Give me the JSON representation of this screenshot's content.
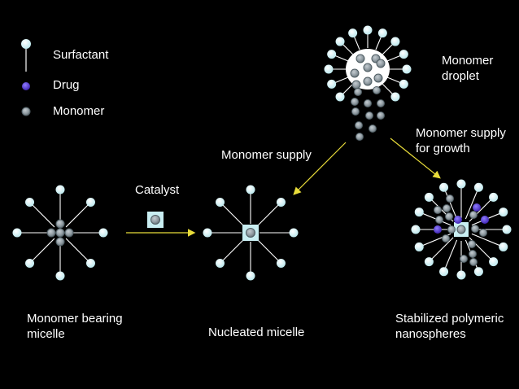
{
  "legend": {
    "surfactant": "Surfactant",
    "drug": "Drug",
    "monomer": "Monomer"
  },
  "labels": {
    "monomer_droplet": "Monomer\ndroplet",
    "monomer_supply": "Monomer supply",
    "monomer_supply_growth": "Monomer supply\nfor growth",
    "catalyst": "Catalyst",
    "monomer_bearing_micelle": "Monomer bearing\nmicelle",
    "nucleated_micelle": "Nucleated micelle",
    "stabilized_nanospheres": "Stabilized polymeric\nnanospheres"
  },
  "colors": {
    "background": "#000000",
    "surfactant_head": "#c9eef2",
    "surfactant_tail": "#ffffff",
    "monomer_fill": "#8f9aa1",
    "monomer_ring": "#58686e",
    "drug": "#4b2fbf",
    "catalyst_box": "#c9eef2",
    "arrow": "#e8dc3a",
    "text": "#ffffff"
  }
}
